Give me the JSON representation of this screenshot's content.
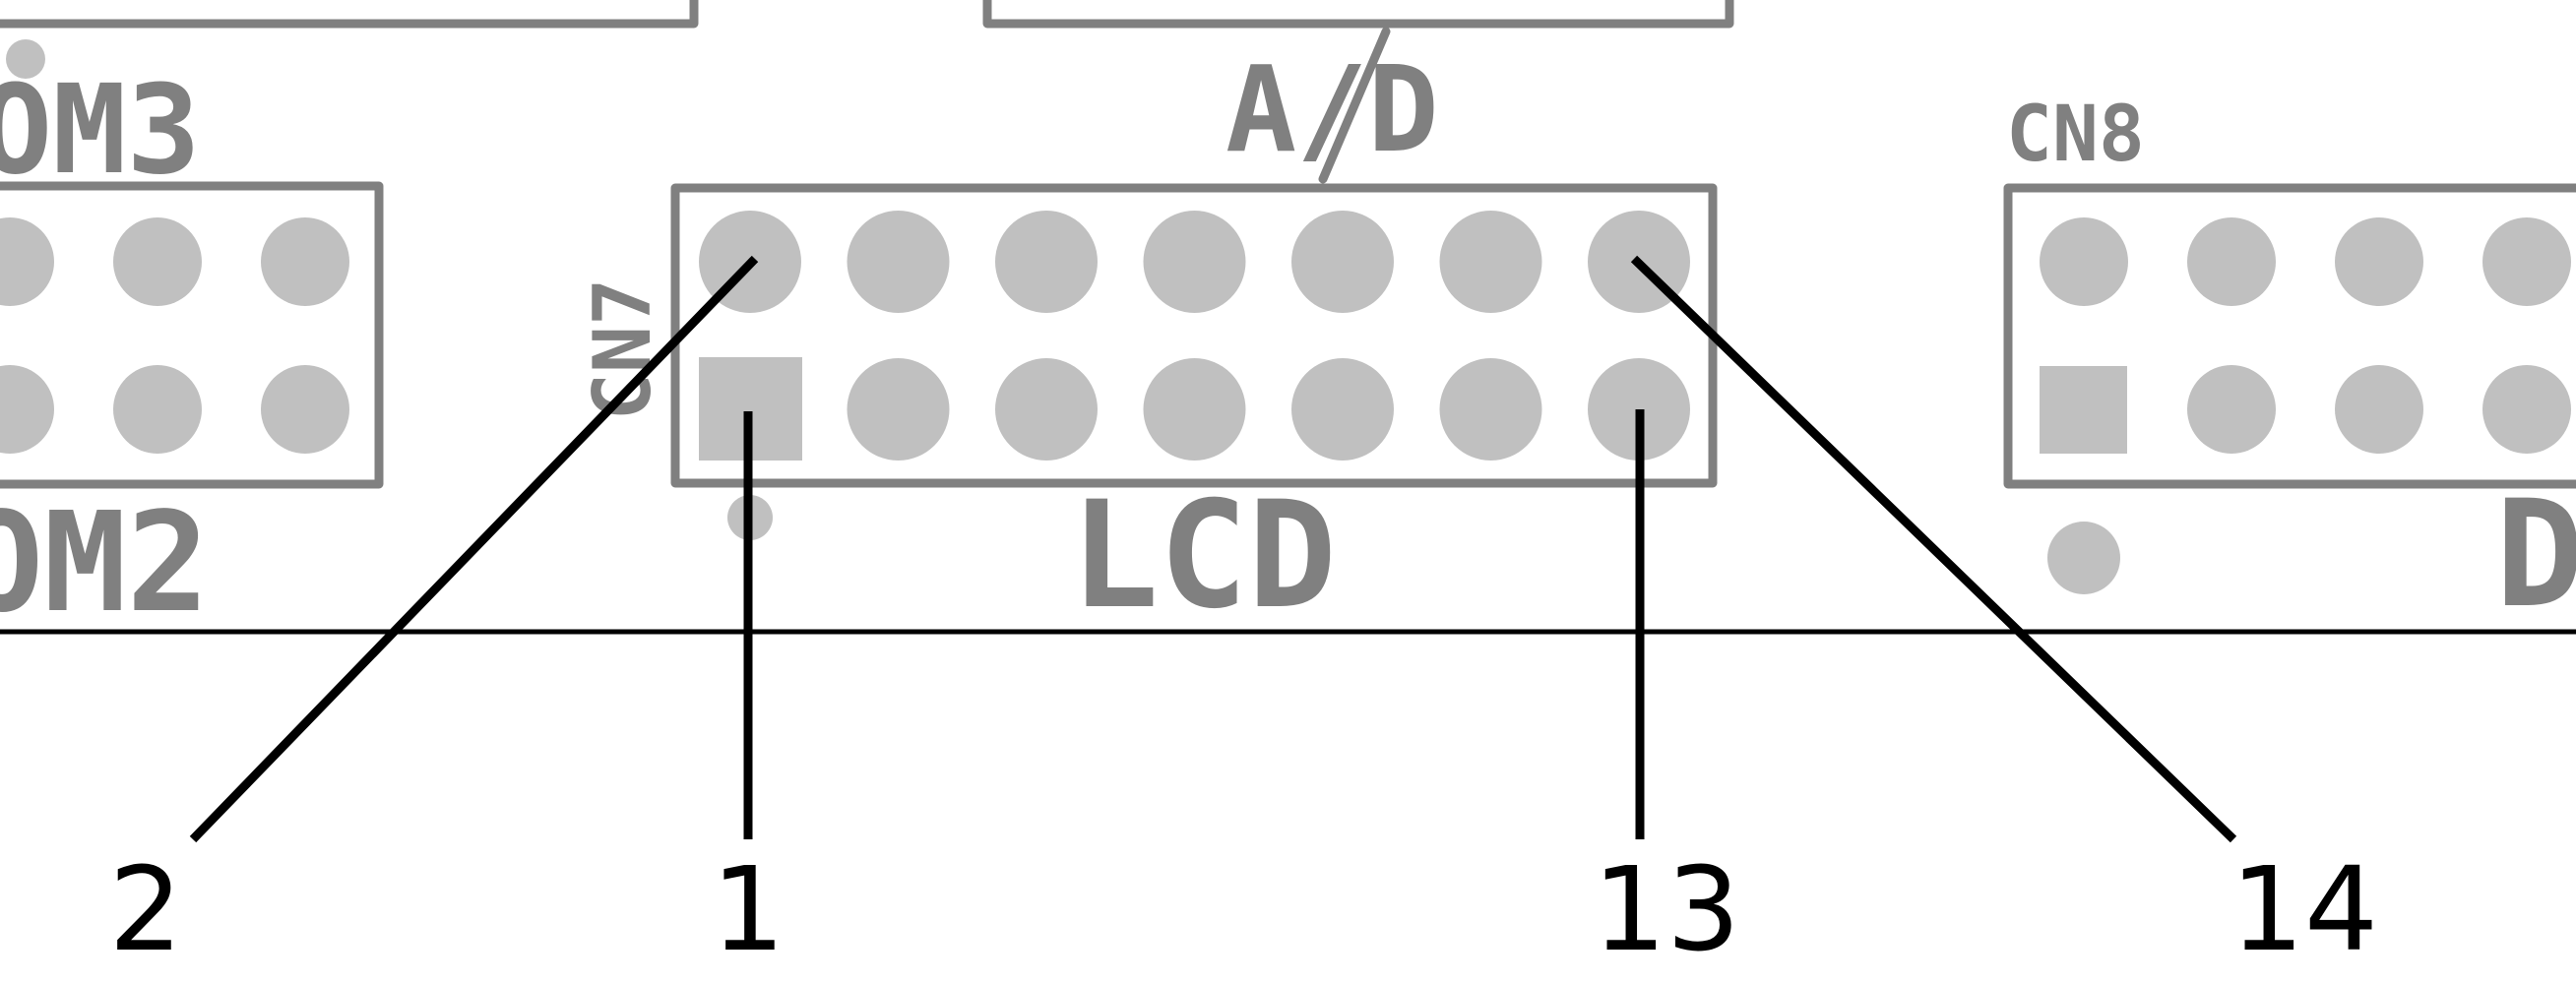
{
  "colors": {
    "background": "#ffffff",
    "silkscreen": "#808080",
    "pads": "#c0c0c0",
    "leaders": "#000000"
  },
  "labels": {
    "cn3_partial": "OM3",
    "cm2_partial": "OM2",
    "cn7_designator": "CN7",
    "cn7_function": "LCD",
    "ad_label": "A/D",
    "cn8_designator": "CN8",
    "cn8_function_partial": "D"
  },
  "callouts": {
    "pin2": "2",
    "pin1": "1",
    "pin13": "13",
    "pin14": "14"
  }
}
